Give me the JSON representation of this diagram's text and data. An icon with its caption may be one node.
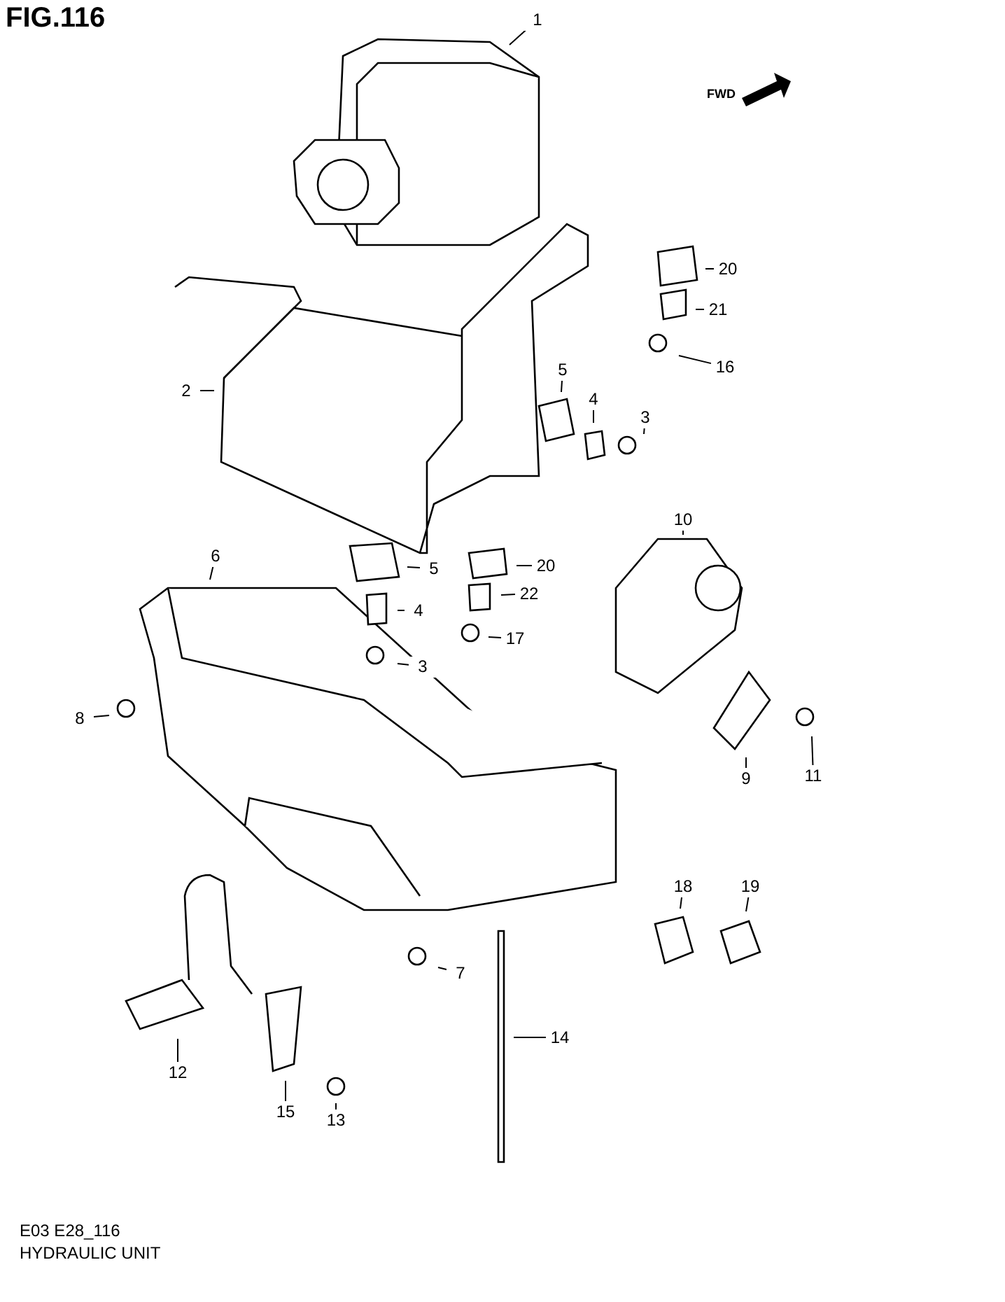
{
  "diagram": {
    "title": "FIG.116",
    "nodes": [
      {
        "text": [
          "1"
        ]
      },
      {
        "text": [
          "20"
        ]
      },
      {
        "text": [
          "21"
        ]
      },
      {
        "text": [
          "16"
        ]
      },
      {
        "text": [
          "5"
        ]
      },
      {
        "text": [
          "2"
        ]
      },
      {
        "text": [
          "4"
        ]
      },
      {
        "text": [
          "3"
        ]
      },
      {
        "text": [
          "10"
        ]
      },
      {
        "text": [
          "6"
        ]
      },
      {
        "text": [
          "20"
        ]
      },
      {
        "text": [
          "5"
        ]
      },
      {
        "text": [
          "22"
        ]
      },
      {
        "text": [
          "4"
        ]
      },
      {
        "text": [
          "17"
        ]
      },
      {
        "text": [
          "3"
        ]
      },
      {
        "text": [
          "8"
        ]
      },
      {
        "text": [
          "11"
        ]
      },
      {
        "text": [
          "9"
        ]
      },
      {
        "text": [
          "18"
        ]
      },
      {
        "text": [
          "19"
        ]
      },
      {
        "text": [
          "7"
        ]
      },
      {
        "text": [
          "14"
        ]
      },
      {
        "text": [
          "12"
        ]
      },
      {
        "text": [
          "13"
        ]
      },
      {
        "text": [
          "15"
        ]
      }
    ],
    "edges": [
      {
        "from": 0,
        "to": null,
        "arrow": "none"
      },
      {
        "from": 1,
        "to": null,
        "arrow": "none"
      },
      {
        "from": 2,
        "to": null,
        "arrow": "none"
      },
      {
        "from": 3,
        "to": null,
        "arrow": "none"
      },
      {
        "from": 4,
        "to": null,
        "arrow": "none"
      },
      {
        "from": 5,
        "to": null,
        "arrow": "none"
      },
      {
        "from": 6,
        "to": null,
        "arrow": "none"
      },
      {
        "from": 7,
        "to": null,
        "arrow": "none"
      },
      {
        "from": 8,
        "to": null,
        "arrow": "none"
      },
      {
        "from": 9,
        "to": null,
        "arrow": "none"
      },
      {
        "from": 10,
        "to": null,
        "arrow": "none"
      },
      {
        "from": 11,
        "to": null,
        "arrow": "none"
      },
      {
        "from": 12,
        "to": null,
        "arrow": "none"
      },
      {
        "from": 13,
        "to": null,
        "arrow": "none"
      },
      {
        "from": 14,
        "to": null,
        "arrow": "none"
      },
      {
        "from": 15,
        "to": null,
        "arrow": "none"
      },
      {
        "from": 16,
        "to": null,
        "arrow": "none"
      },
      {
        "from": 17,
        "to": null,
        "arrow": "none"
      },
      {
        "from": 18,
        "to": null,
        "arrow": "none"
      },
      {
        "from": 19,
        "to": null,
        "arrow": "none"
      },
      {
        "from": 20,
        "to": null,
        "arrow": "none"
      },
      {
        "from": 21,
        "to": null,
        "arrow": "none"
      },
      {
        "from": 22,
        "to": null,
        "arrow": "none"
      },
      {
        "from": 23,
        "to": null,
        "arrow": "none"
      },
      {
        "from": 24,
        "to": null,
        "arrow": "none"
      },
      {
        "from": 25,
        "to": null,
        "arrow": "none"
      }
    ],
    "labels": [
      "FWD",
      "E03 E28_116",
      "HYDRAULIC UNIT"
    ]
  }
}
